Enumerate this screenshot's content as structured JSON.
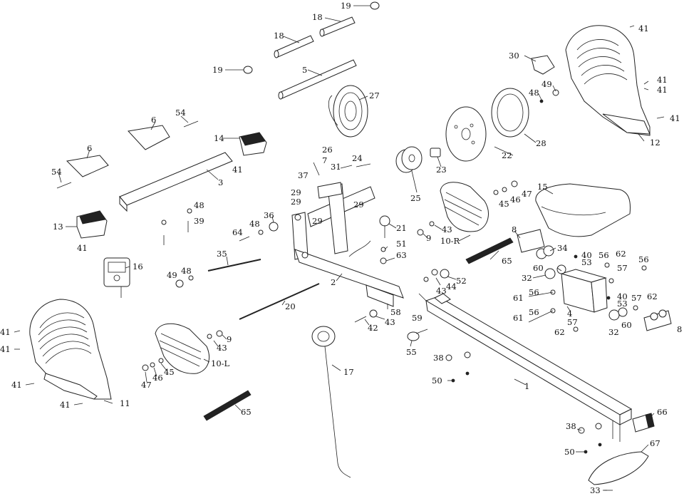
{
  "diagram": {
    "labels": [
      {
        "id": "c1",
        "text": "19"
      },
      {
        "id": "c2",
        "text": "18"
      },
      {
        "id": "c3",
        "text": "18"
      },
      {
        "id": "c4",
        "text": "19"
      },
      {
        "id": "c5",
        "text": "5"
      },
      {
        "id": "c6",
        "text": "27"
      },
      {
        "id": "c7",
        "text": "41"
      },
      {
        "id": "c8",
        "text": "30"
      },
      {
        "id": "c9",
        "text": "49"
      },
      {
        "id": "c10",
        "text": "48"
      },
      {
        "id": "c11",
        "text": "41"
      },
      {
        "id": "c12",
        "text": "41"
      },
      {
        "id": "c13",
        "text": "41"
      },
      {
        "id": "c14",
        "text": "12"
      },
      {
        "id": "c15",
        "text": "6"
      },
      {
        "id": "c16",
        "text": "54"
      },
      {
        "id": "c17",
        "text": "14"
      },
      {
        "id": "c18",
        "text": "6"
      },
      {
        "id": "c19",
        "text": "54"
      },
      {
        "id": "c20",
        "text": "41"
      },
      {
        "id": "c21",
        "text": "3"
      },
      {
        "id": "c22",
        "text": "26"
      },
      {
        "id": "c23",
        "text": "7"
      },
      {
        "id": "c24",
        "text": "31"
      },
      {
        "id": "c25",
        "text": "37"
      },
      {
        "id": "c26",
        "text": "24"
      },
      {
        "id": "c27",
        "text": "28"
      },
      {
        "id": "c28",
        "text": "22"
      },
      {
        "id": "c29",
        "text": "23"
      },
      {
        "id": "c30",
        "text": "25"
      },
      {
        "id": "c31",
        "text": "29"
      },
      {
        "id": "c32",
        "text": "29"
      },
      {
        "id": "c33",
        "text": "29"
      },
      {
        "id": "c34",
        "text": "29"
      },
      {
        "id": "c35",
        "text": "47"
      },
      {
        "id": "c36",
        "text": "46"
      },
      {
        "id": "c37",
        "text": "45"
      },
      {
        "id": "c38",
        "text": "15"
      },
      {
        "id": "c39",
        "text": "13"
      },
      {
        "id": "c40",
        "text": "48"
      },
      {
        "id": "c41",
        "text": "39"
      },
      {
        "id": "c42",
        "text": "48"
      },
      {
        "id": "c43",
        "text": "36"
      },
      {
        "id": "c44",
        "text": "21"
      },
      {
        "id": "c45",
        "text": "43"
      },
      {
        "id": "c46",
        "text": "9"
      },
      {
        "id": "c47",
        "text": "10-R"
      },
      {
        "id": "c48",
        "text": "8"
      },
      {
        "id": "c49",
        "text": "34"
      },
      {
        "id": "c50",
        "text": "41"
      },
      {
        "id": "c51",
        "text": "64"
      },
      {
        "id": "c52",
        "text": "51"
      },
      {
        "id": "c53",
        "text": "63"
      },
      {
        "id": "c54",
        "text": "40"
      },
      {
        "id": "c55",
        "text": "53"
      },
      {
        "id": "c56",
        "text": "56"
      },
      {
        "id": "c57",
        "text": "62"
      },
      {
        "id": "c58",
        "text": "56"
      },
      {
        "id": "c59",
        "text": "16"
      },
      {
        "id": "c60",
        "text": "35"
      },
      {
        "id": "c61",
        "text": "65"
      },
      {
        "id": "c62",
        "text": "60"
      },
      {
        "id": "c63",
        "text": "57"
      },
      {
        "id": "c64",
        "text": "49"
      },
      {
        "id": "c65",
        "text": "48"
      },
      {
        "id": "c66",
        "text": "2"
      },
      {
        "id": "c67",
        "text": "52"
      },
      {
        "id": "c68",
        "text": "44"
      },
      {
        "id": "c69",
        "text": "32"
      },
      {
        "id": "c70",
        "text": "43"
      },
      {
        "id": "c71",
        "text": "56"
      },
      {
        "id": "c72",
        "text": "40"
      },
      {
        "id": "c73",
        "text": "61"
      },
      {
        "id": "c74",
        "text": "53"
      },
      {
        "id": "c75",
        "text": "57"
      },
      {
        "id": "c76",
        "text": "62"
      },
      {
        "id": "c77",
        "text": "20"
      },
      {
        "id": "c78",
        "text": "58"
      },
      {
        "id": "c79",
        "text": "59"
      },
      {
        "id": "c80",
        "text": "4"
      },
      {
        "id": "c81",
        "text": "56"
      },
      {
        "id": "c82",
        "text": "61"
      },
      {
        "id": "c83",
        "text": "43"
      },
      {
        "id": "c84",
        "text": "41"
      },
      {
        "id": "c85",
        "text": "42"
      },
      {
        "id": "c86",
        "text": "57"
      },
      {
        "id": "c87",
        "text": "60"
      },
      {
        "id": "c88",
        "text": "8"
      },
      {
        "id": "c89",
        "text": "62"
      },
      {
        "id": "c90",
        "text": "32"
      },
      {
        "id": "c91",
        "text": "41"
      },
      {
        "id": "c92",
        "text": "9"
      },
      {
        "id": "c93",
        "text": "43"
      },
      {
        "id": "c94",
        "text": "55"
      },
      {
        "id": "c95",
        "text": "38"
      },
      {
        "id": "c96",
        "text": "10-L"
      },
      {
        "id": "c97",
        "text": "45"
      },
      {
        "id": "c98",
        "text": "46"
      },
      {
        "id": "c99",
        "text": "47"
      },
      {
        "id": "c100",
        "text": "17"
      },
      {
        "id": "c101",
        "text": "50"
      },
      {
        "id": "c102",
        "text": "1"
      },
      {
        "id": "c103",
        "text": "41"
      },
      {
        "id": "c104",
        "text": "41"
      },
      {
        "id": "c105",
        "text": "11"
      },
      {
        "id": "c106",
        "text": "65"
      },
      {
        "id": "c107",
        "text": "66"
      },
      {
        "id": "c108",
        "text": "38"
      },
      {
        "id": "c109",
        "text": "67"
      },
      {
        "id": "c110",
        "text": "50"
      },
      {
        "id": "c111",
        "text": "33"
      }
    ]
  }
}
